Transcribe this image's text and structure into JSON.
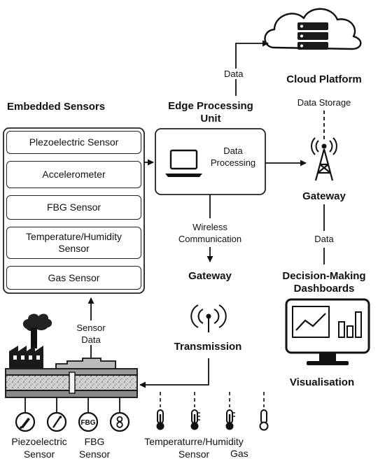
{
  "embedded_sensors": {
    "title": "Embedded Sensors",
    "items": [
      "Plezoelectric Sensor",
      "Accelerometer",
      "FBG Sensor",
      "Temperature/Humidity Sensor",
      "Gas Sensor"
    ]
  },
  "edge": {
    "title": "Edge Processing Unit",
    "data_processing": "Data Processing",
    "wireless": "Wireless Communication",
    "gateway": "Gateway",
    "transmission": "Transmission"
  },
  "cloud": {
    "data_label": "Data",
    "title": "Cloud Platform",
    "storage": "Data Storage",
    "gateway": "Gateway",
    "data_label2": "Data",
    "dashboards_title": "Decision-Making Dashboards",
    "visualisation": "Visualisation"
  },
  "field": {
    "sensor_data": "Sensor Data",
    "fbg_icon_text": "FBG",
    "piezo_label": "Piezoelectric Sensor",
    "fbg_label": "FBG Sensor",
    "temp_label": "Temperaturre/Humidity Sensor",
    "gas_label": "Gas"
  }
}
